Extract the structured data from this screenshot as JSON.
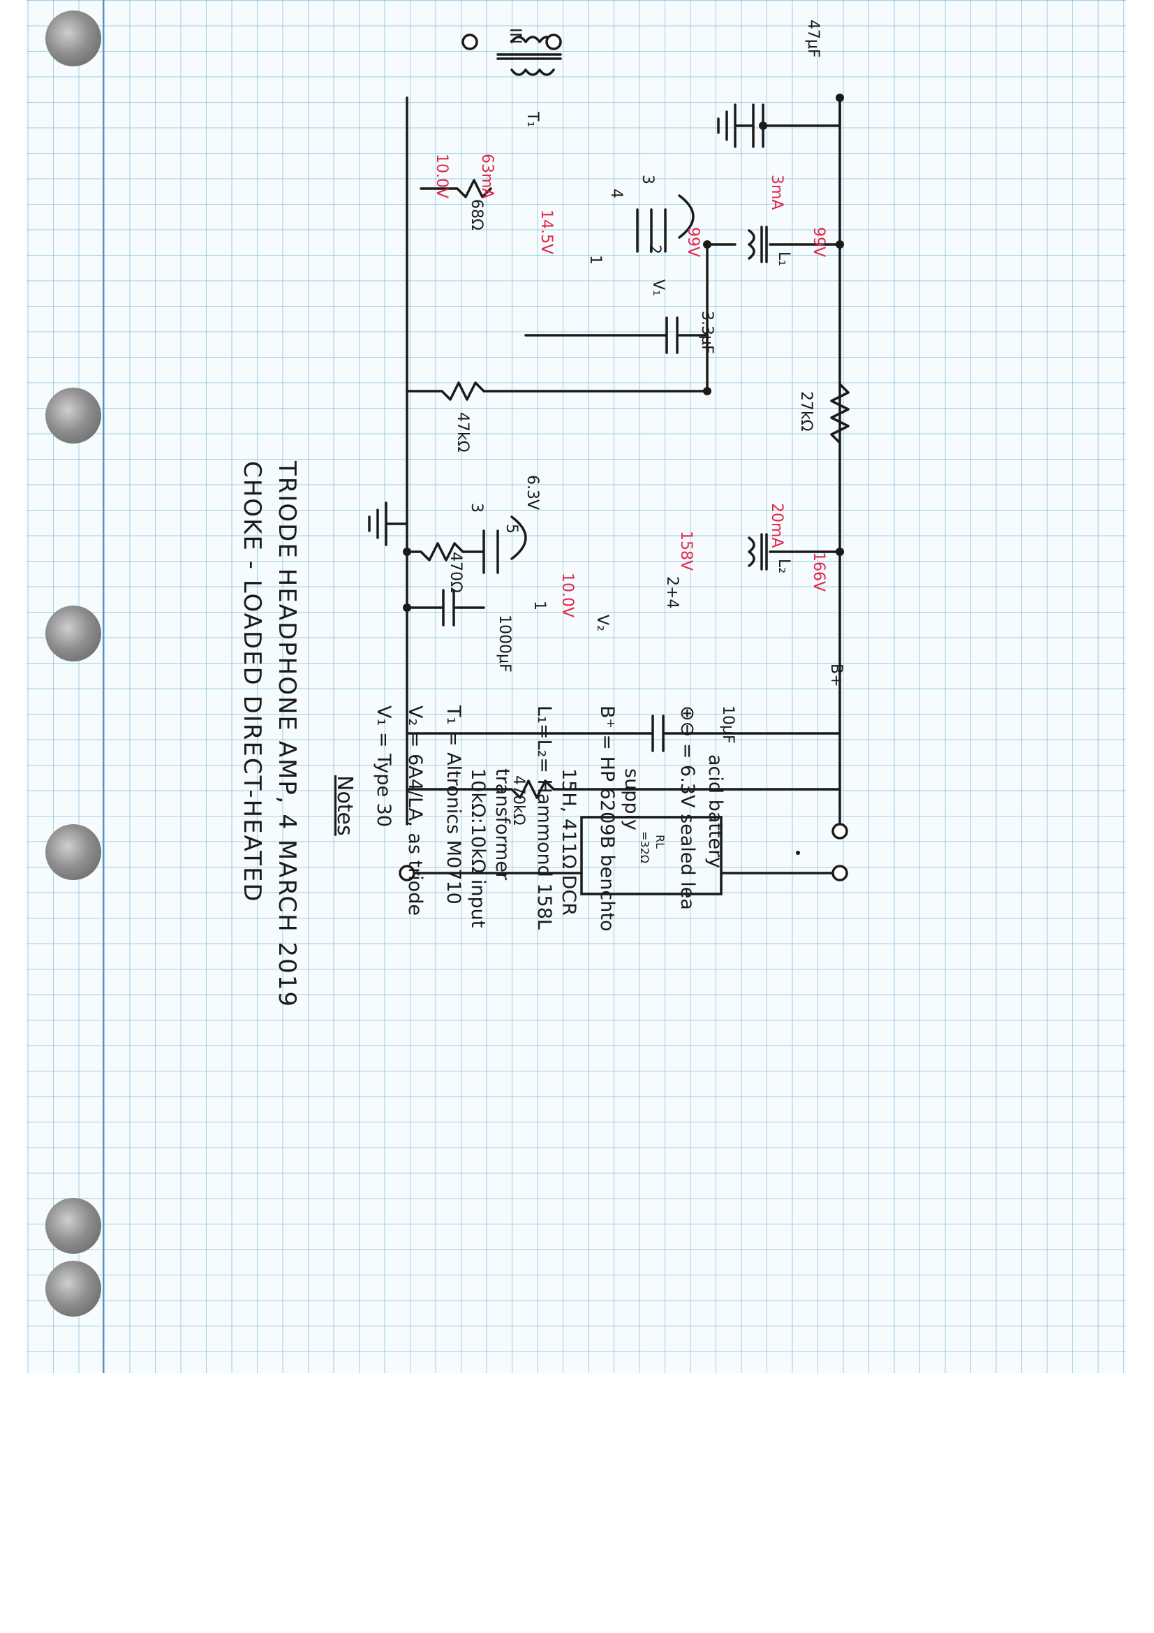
{
  "title": {
    "line1": "CHOKE - LOADED DIRECT-HEATED",
    "line2": "TRIODE HEADPHONE AMP, 4 MARCH 2019"
  },
  "components": {
    "c_bypass": "47μF",
    "r_feed": "27kΩ",
    "l1": "L₁",
    "l2": "L₂",
    "c_couple": "3.3μF",
    "r_grid": "47kΩ",
    "r_fil1": "68Ω",
    "r_cath": "470Ω",
    "c_cath": "1000μF",
    "c_out": "10μF",
    "r_bleed": "470kΩ",
    "rl_line1": "RL",
    "rl_line2": "=32Ω",
    "t1": "T₁",
    "v1": "V₁",
    "v2": "V₂",
    "input": "IN",
    "bplus": "B+",
    "bat_63": "6.3V"
  },
  "pins": {
    "t1_3": "3",
    "t1_4": "4",
    "v1_2": "2",
    "v1_1": "1",
    "v2_3": "3",
    "v2_5": "5",
    "v2_1": "1",
    "v2_24": "2+4"
  },
  "voltages": {
    "v_99": "99V",
    "v_99b": "99V",
    "i_3ma": "3mA",
    "v_10a": "10.0V",
    "i_63ma": "63mA",
    "v_145": "14.5V",
    "i_20ma": "20mA",
    "v_166": "166V",
    "v_158": "158V",
    "v_10b": "10.0V"
  },
  "notes": {
    "header": "Notes",
    "v1": "V₁ = Type 30",
    "v2": "V₂ = 6A4/LA, as triode",
    "t1_a": "T₁ = Altronics M0710",
    "t1_b": "10kΩ:10kΩ input",
    "t1_c": "transformer",
    "l_a": "L₁=L₂= Hammond 158L",
    "l_b": "15H, 411Ω DCR",
    "bplus_a": "B⁺ = HP 6209B benchto",
    "bplus_b": "supply",
    "bat_a": "⊕⊖ = 6.3V sealed lea",
    "bat_b": "acid battery"
  },
  "colors": {
    "ink": "#1a1a1a",
    "annotation": "#e0284a",
    "grid": "#3c96c8"
  }
}
